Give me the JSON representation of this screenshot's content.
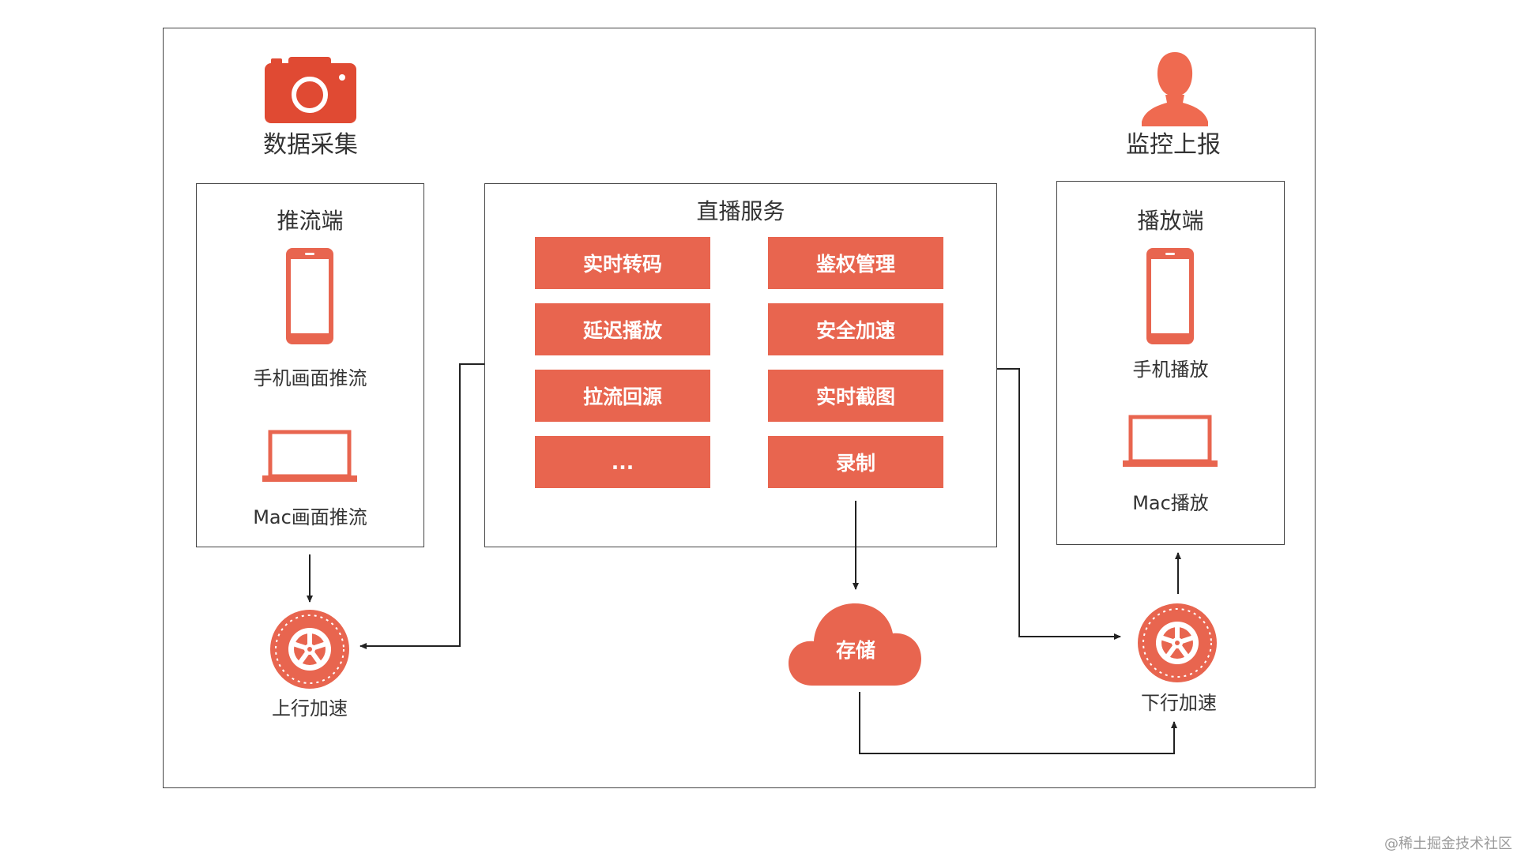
{
  "top": {
    "collect_label": "数据采集",
    "monitor_label": "监控上报"
  },
  "push_end": {
    "title": "推流端",
    "phone_label": "手机画面推流",
    "mac_label": "Mac画面推流"
  },
  "live_service": {
    "title": "直播服务",
    "items": [
      "实时转码",
      "鉴权管理",
      "延迟播放",
      "安全加速",
      "拉流回源",
      "实时截图",
      "...",
      "录制"
    ]
  },
  "play_end": {
    "title": "播放端",
    "phone_label": "手机播放",
    "mac_label": "Mac播放"
  },
  "nodes": {
    "uplink_label": "上行加速",
    "storage_label": "存储",
    "downlink_label": "下行加速"
  },
  "watermark": "@稀土掘金技术社区",
  "colors": {
    "accent": "#E8654F",
    "camera": "#E04A33",
    "person": "#EF6A50",
    "line": "#222222"
  },
  "icons": [
    "camera-icon",
    "person-icon",
    "phone-icon",
    "laptop-icon",
    "wheel-icon",
    "cloud-icon"
  ]
}
